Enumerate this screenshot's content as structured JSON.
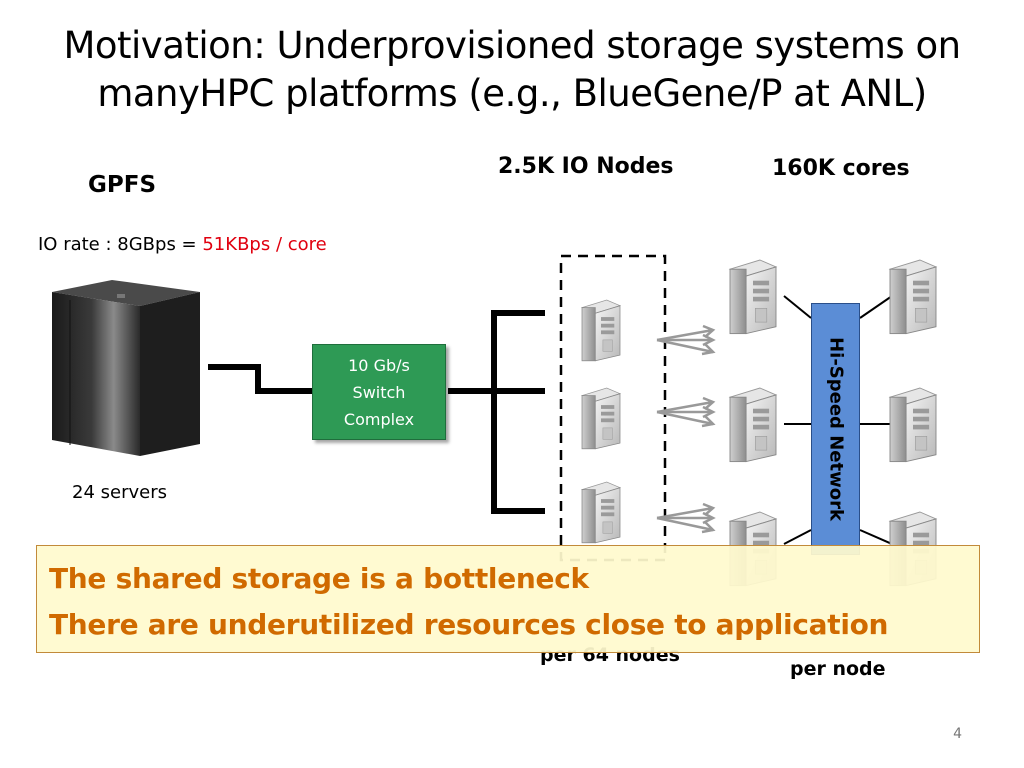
{
  "title": {
    "line1": "Motivation: Underprovisioned storage systems on",
    "line2": "manyHPC platforms (e.g., BlueGene/P at ANL)"
  },
  "labels": {
    "gpfs": "GPFS",
    "io_nodes": "2.5K IO Nodes",
    "cores": "160K cores",
    "io_rate_prefix": "IO rate : 8GBps = ",
    "io_rate_highlight": "51KBps / core",
    "servers": "24 servers",
    "switch_line1": "10 Gb/s",
    "switch_line2": "Switch",
    "switch_line3": "Complex",
    "network": "Hi-Speed Network",
    "per_64_nodes": "per 64 nodes",
    "per_node": "per node"
  },
  "banner": {
    "line1": "The shared storage is a bottleneck",
    "line2": "There are underutilized resources close to application"
  },
  "page_number": "4",
  "colors": {
    "highlight_red": "#e0000f",
    "switch_green": "#2e9a55",
    "network_blue": "#5b8dd6",
    "banner_text": "#d06a00",
    "banner_bg": "#fffacd"
  }
}
